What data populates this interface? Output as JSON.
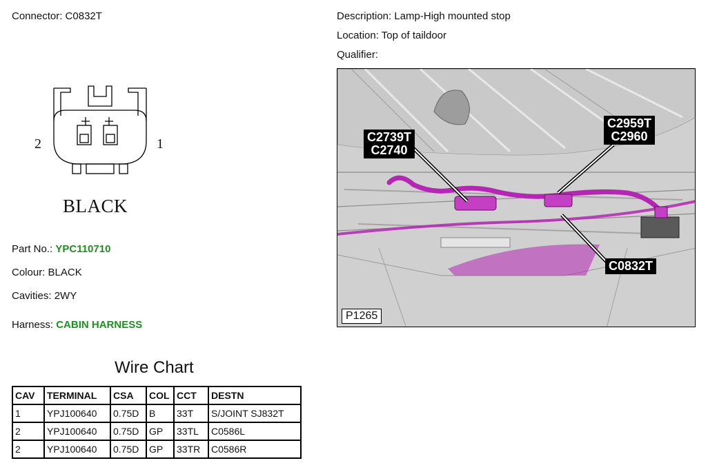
{
  "connector": {
    "label": "Connector:",
    "value": "C0832T"
  },
  "description": {
    "label": "Description:",
    "value": "Lamp-High mounted stop"
  },
  "location": {
    "label": "Location:",
    "value": "Top of taildoor"
  },
  "qualifier": {
    "label": "Qualifier:",
    "value": ""
  },
  "diagram": {
    "pin_left": "2",
    "pin_right": "1",
    "color_label": "BLACK"
  },
  "part": {
    "label": "Part No.:",
    "value": "YPC110710"
  },
  "colour": {
    "label": "Colour:",
    "value": "BLACK"
  },
  "cavities": {
    "label": "Cavities:",
    "value": "2WY"
  },
  "harness": {
    "label": "Harness:",
    "value": "CABIN HARNESS"
  },
  "photo": {
    "callouts": [
      "C2739T",
      "C2740",
      "C2959T",
      "C2960",
      "C0832T"
    ],
    "ref": "P1265"
  },
  "wire_chart": {
    "title": "Wire Chart",
    "headers": [
      "CAV",
      "TERMINAL",
      "CSA",
      "COL",
      "CCT",
      "DESTN"
    ],
    "rows": [
      [
        "1",
        "YPJ100640",
        "0.75D",
        "B",
        "33T",
        "S/JOINT SJ832T"
      ],
      [
        "2",
        "YPJ100640",
        "0.75D",
        "GP",
        "33TL",
        "C0586L"
      ],
      [
        "2",
        "YPJ100640",
        "0.75D",
        "GP",
        "33TR",
        "C0586R"
      ]
    ]
  },
  "colors": {
    "harness_highlight": "#b526b5",
    "link_green": "#1f8f1f"
  }
}
